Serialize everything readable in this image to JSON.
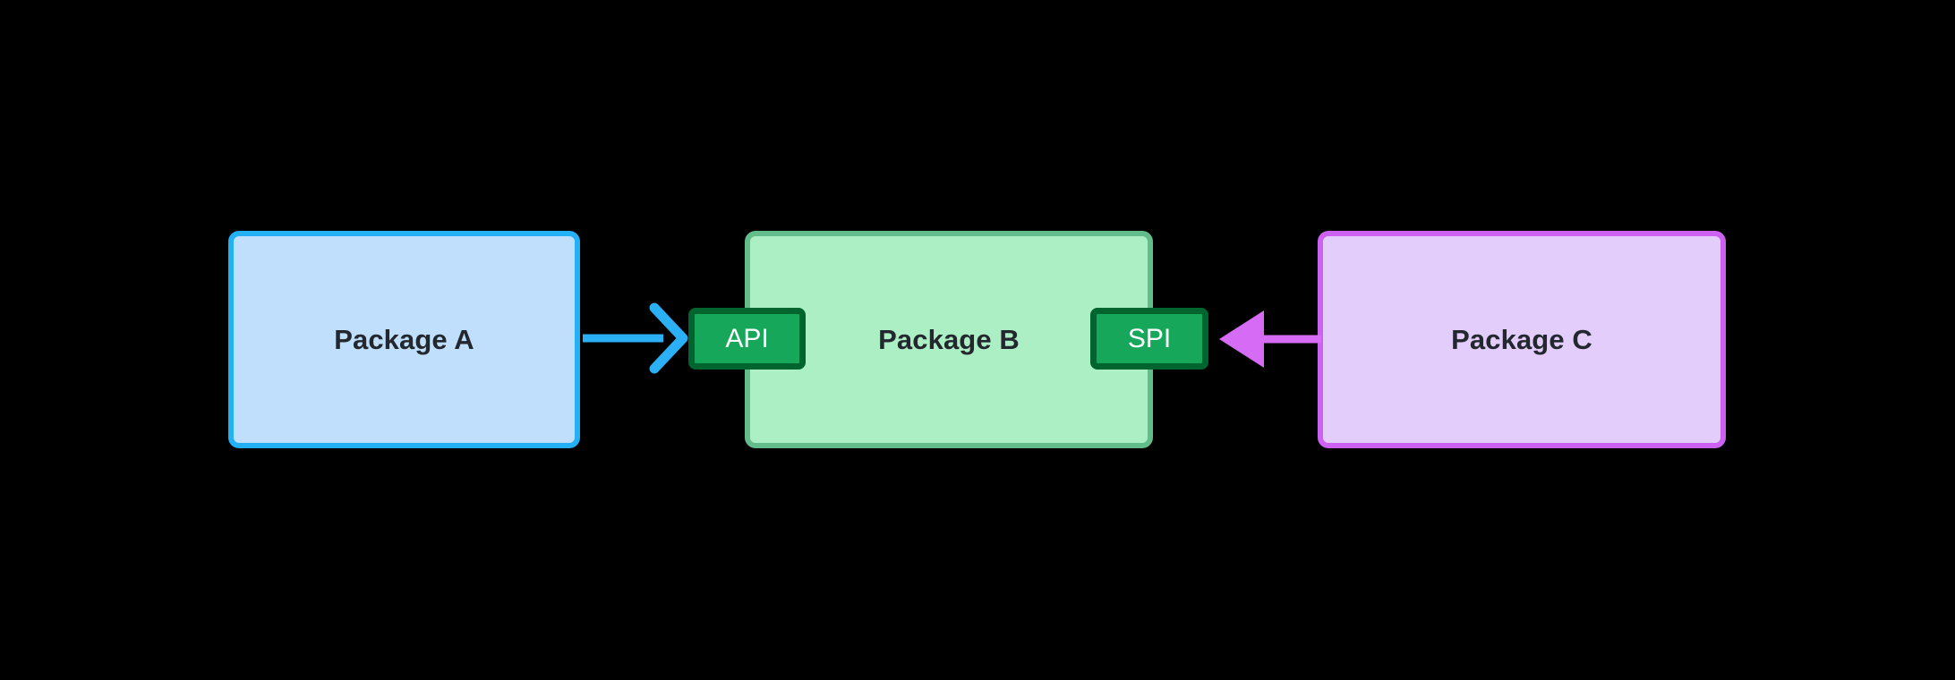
{
  "diagram": {
    "type": "component-dependency-diagram",
    "background_color": "#000000",
    "nodes": [
      {
        "id": "package-a",
        "label": "Package A",
        "kind": "package",
        "fill_color": "#bfdffc",
        "border_color": "#23b0f5",
        "text_color": "#23272e"
      },
      {
        "id": "package-b",
        "label": "Package B",
        "kind": "package",
        "fill_color": "#adefc4",
        "border_color": "#63bd8b",
        "text_color": "#23272e"
      },
      {
        "id": "package-c",
        "label": "Package C",
        "kind": "package",
        "fill_color": "#e2cdfb",
        "border_color": "#cd62f2",
        "text_color": "#23272e"
      },
      {
        "id": "api",
        "label": "API",
        "kind": "interface",
        "parent": "package-b",
        "fill_color": "#17a75a",
        "border_color": "#00642f",
        "text_color": "#ffffff"
      },
      {
        "id": "spi",
        "label": "SPI",
        "kind": "interface",
        "parent": "package-b",
        "fill_color": "#17a75a",
        "border_color": "#00642f",
        "text_color": "#ffffff"
      }
    ],
    "edges": [
      {
        "id": "edge-a-to-api",
        "from": "package-a",
        "to": "api",
        "label": "",
        "color": "#2bb0f5",
        "direction": "right",
        "arrowhead": "open-chevron"
      },
      {
        "id": "edge-c-to-spi",
        "from": "package-c",
        "to": "spi",
        "label": "",
        "color": "#d66bf5",
        "direction": "left",
        "arrowhead": "filled-triangle"
      }
    ]
  }
}
